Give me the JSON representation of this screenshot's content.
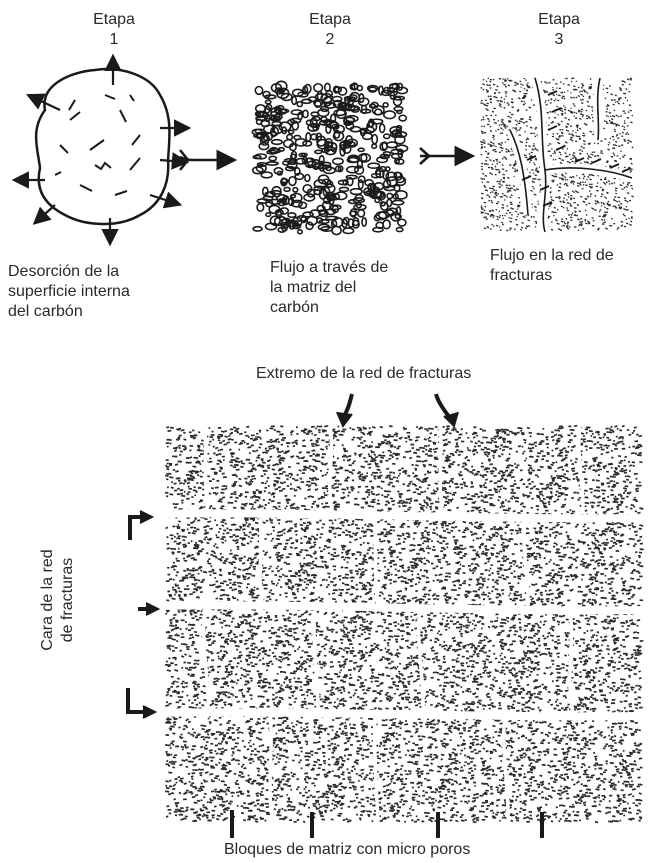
{
  "stages": [
    {
      "title": "Etapa",
      "number": "1",
      "description": [
        "Desorción de la",
        "superficie interna",
        "del carbón"
      ]
    },
    {
      "title": "Etapa",
      "number": "2",
      "description": [
        "Flujo a través de",
        "la matriz del",
        "carbón"
      ]
    },
    {
      "title": "Etapa",
      "number": "3",
      "description": [
        "Flujo en la red de",
        "fracturas"
      ]
    }
  ],
  "block_diagram": {
    "top_label": "Extremo de la red de fracturas",
    "side_label": [
      "Cara de la red",
      "de fracturas"
    ],
    "bottom_label": "Bloques de matriz con micro poros"
  },
  "colors": {
    "ink": "#1a1a1a",
    "texture": "#2b2b2b",
    "paper": "#ffffff"
  }
}
